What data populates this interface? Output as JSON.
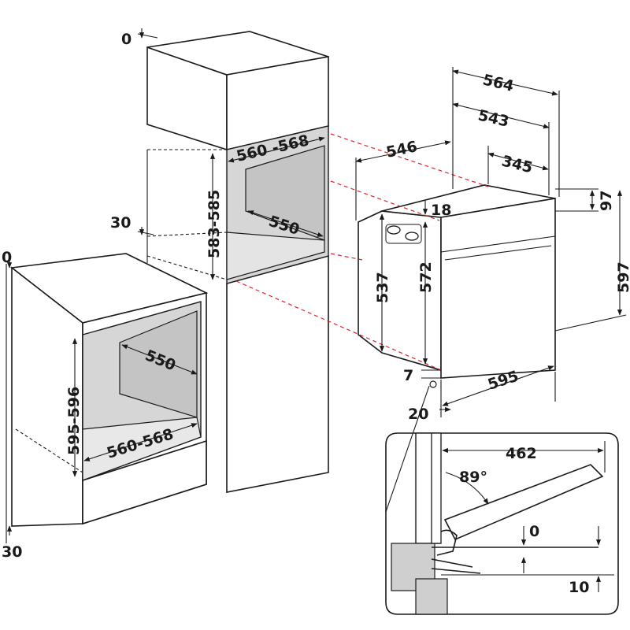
{
  "dimensions": {
    "tall_top_offset": "0",
    "tall_opening_width": "560 -568",
    "tall_opening_height": "583-585",
    "tall_opening_depth": "550",
    "tall_side_offset": "30",
    "base_top_offset": "0",
    "base_opening_depth": "550",
    "base_opening_height": "595-596",
    "base_opening_width": "560-568",
    "base_bottom_offset": "30",
    "oven_depth_total": "564",
    "oven_depth_body": "543",
    "oven_depth_side": "546",
    "oven_depth_rear": "345",
    "oven_top_gap": "18",
    "oven_panel_height": "97",
    "oven_body_height": "537",
    "oven_front_height": "572",
    "oven_total_height": "597",
    "oven_width": "595",
    "oven_bottom_gap": "7",
    "oven_front_offset": "20",
    "door_length": "462",
    "door_angle": "89°",
    "door_floor_gap": "0",
    "plinth_gap": "10"
  }
}
